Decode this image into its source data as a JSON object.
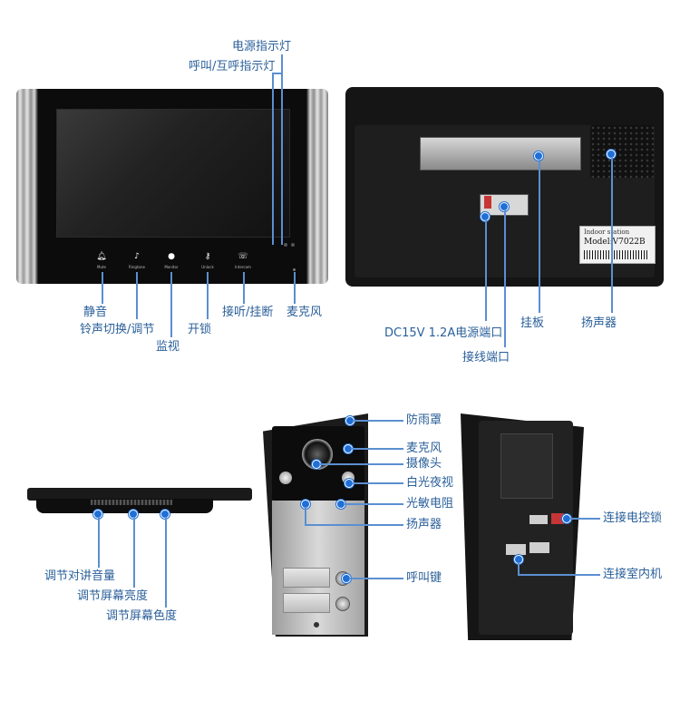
{
  "monitor_front": {
    "callouts": {
      "power_led": "电源指示灯",
      "call_led": "呼叫/互呼指示灯",
      "mute": "静音",
      "ringtone": "铃声切换/调节",
      "monitor": "监视",
      "unlock": "开锁",
      "answer": "接听/挂断",
      "mic": "麦克风"
    },
    "button_labels": [
      "Mute",
      "Ringtone",
      "Monitor",
      "Unlock",
      "Intercom"
    ]
  },
  "monitor_back": {
    "callouts": {
      "power_port": "DC15V 1.2A电源端口",
      "wiring_port": "接线端口",
      "bracket": "挂板",
      "speaker": "扬声器"
    },
    "sticker": {
      "line1": "Indoor station",
      "line2": "Model:V7022B"
    }
  },
  "monitor_side": {
    "callouts": {
      "intercom_volume": "调节对讲音量",
      "brightness": "调节屏幕亮度",
      "color": "调节屏幕色度"
    }
  },
  "door_front": {
    "callouts": {
      "rain_cover": "防雨罩",
      "mic": "麦克风",
      "camera": "摄像头",
      "night_light": "白光夜视",
      "photoresistor": "光敏电阻",
      "speaker": "扬声器",
      "call_key": "呼叫键"
    }
  },
  "door_back": {
    "callouts": {
      "lock": "连接电控锁",
      "indoor": "连接室内机"
    }
  },
  "colors": {
    "callout_text": "#2a5f9a",
    "callout_line": "#5b8fd1",
    "dot": "#1f6fd6"
  }
}
